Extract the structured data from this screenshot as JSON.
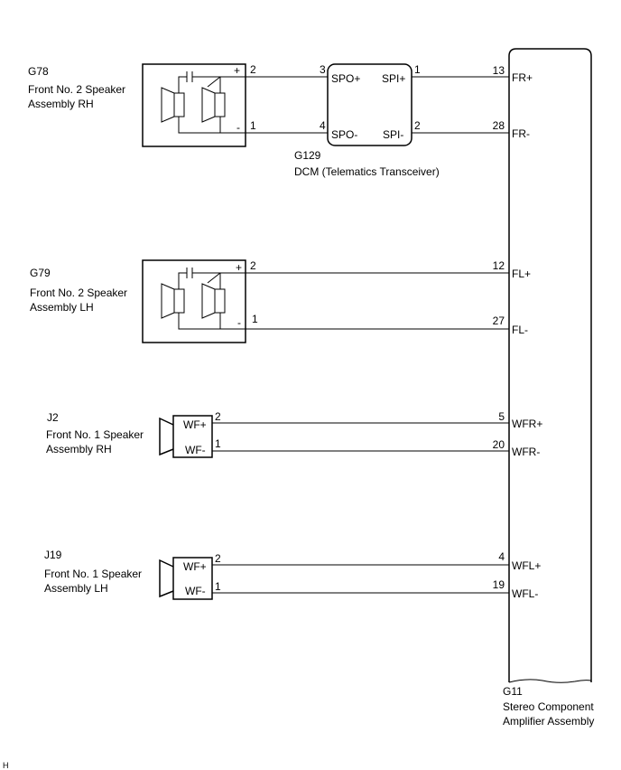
{
  "components": {
    "g78": {
      "code": "G78",
      "name_line1": "Front No. 2 Speaker",
      "name_line2": "Assembly RH",
      "plus": "+",
      "minus": "-"
    },
    "g79": {
      "code": "G79",
      "name_line1": "Front No. 2 Speaker",
      "name_line2": "Assembly LH",
      "plus": "+",
      "minus": "-"
    },
    "j2": {
      "code": "J2",
      "name_line1": "Front No. 1 Speaker",
      "name_line2": "Assembly RH",
      "sig_plus": "WF+",
      "sig_minus": "WF-"
    },
    "j19": {
      "code": "J19",
      "name_line1": "Front No. 1 Speaker",
      "name_line2": "Assembly LH",
      "sig_plus": "WF+",
      "sig_minus": "WF-"
    },
    "g129": {
      "code": "G129",
      "name": "DCM (Telematics Transceiver)",
      "spo_plus": "SPO+",
      "spo_minus": "SPO-",
      "spi_plus": "SPI+",
      "spi_minus": "SPI-"
    },
    "g11": {
      "code": "G11",
      "name_line1": "Stereo Component",
      "name_line2": "Amplifier Assembly"
    }
  },
  "pins": {
    "g78_plus": "2",
    "g78_minus": "1",
    "g129_spo_plus": "3",
    "g129_spo_minus": "4",
    "g129_spi_plus": "1",
    "g129_spi_minus": "2",
    "g79_plus": "2",
    "g79_minus": "1",
    "j2_plus": "2",
    "j2_minus": "1",
    "j19_plus": "2",
    "j19_minus": "1"
  },
  "amp_terminals": [
    {
      "pin": "13",
      "label": "FR+"
    },
    {
      "pin": "28",
      "label": "FR-"
    },
    {
      "pin": "12",
      "label": "FL+"
    },
    {
      "pin": "27",
      "label": "FL-"
    },
    {
      "pin": "5",
      "label": "WFR+"
    },
    {
      "pin": "20",
      "label": "WFR-"
    },
    {
      "pin": "4",
      "label": "WFL+"
    },
    {
      "pin": "19",
      "label": "WFL-"
    }
  ],
  "corner_mark": "H"
}
